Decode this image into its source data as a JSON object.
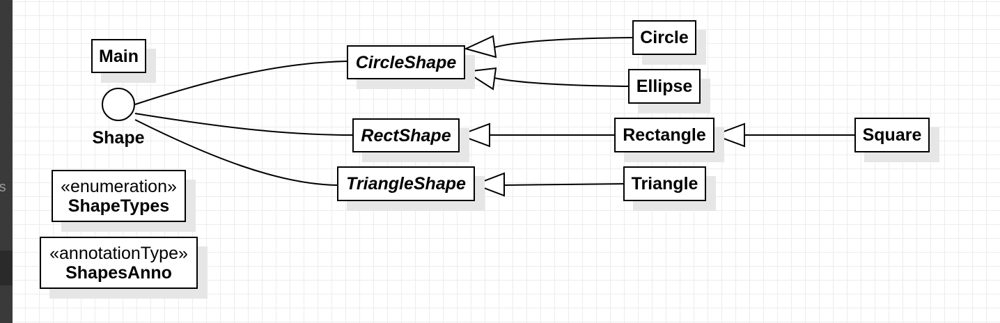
{
  "diagram": {
    "interface": {
      "name": "Shape"
    },
    "classes": {
      "main": {
        "name": "Main"
      },
      "circle_shape": {
        "name": "CircleShape"
      },
      "rect_shape": {
        "name": "RectShape"
      },
      "triangle_shape": {
        "name": "TriangleShape"
      },
      "circle": {
        "name": "Circle"
      },
      "ellipse": {
        "name": "Ellipse"
      },
      "rectangle": {
        "name": "Rectangle"
      },
      "square": {
        "name": "Square"
      },
      "triangle": {
        "name": "Triangle"
      }
    },
    "enumeration": {
      "stereotype": "«enumeration»",
      "name": "ShapeTypes"
    },
    "annotation": {
      "stereotype": "«annotationType»",
      "name": "ShapesAnno"
    },
    "relations": [
      {
        "type": "realization",
        "from": "CircleShape",
        "to": "Shape"
      },
      {
        "type": "realization",
        "from": "RectShape",
        "to": "Shape"
      },
      {
        "type": "realization",
        "from": "TriangleShape",
        "to": "Shape"
      },
      {
        "type": "generalization",
        "from": "Circle",
        "to": "CircleShape"
      },
      {
        "type": "generalization",
        "from": "Ellipse",
        "to": "CircleShape"
      },
      {
        "type": "generalization",
        "from": "Rectangle",
        "to": "RectShape"
      },
      {
        "type": "generalization",
        "from": "Square",
        "to": "Rectangle"
      },
      {
        "type": "generalization",
        "from": "Triangle",
        "to": "TriangleShape"
      }
    ]
  },
  "sidebar": {
    "clipped_text": "rs"
  },
  "colors": {
    "stroke": "#000000",
    "shadow": "#e6e6e6",
    "grid": "#ececec"
  }
}
